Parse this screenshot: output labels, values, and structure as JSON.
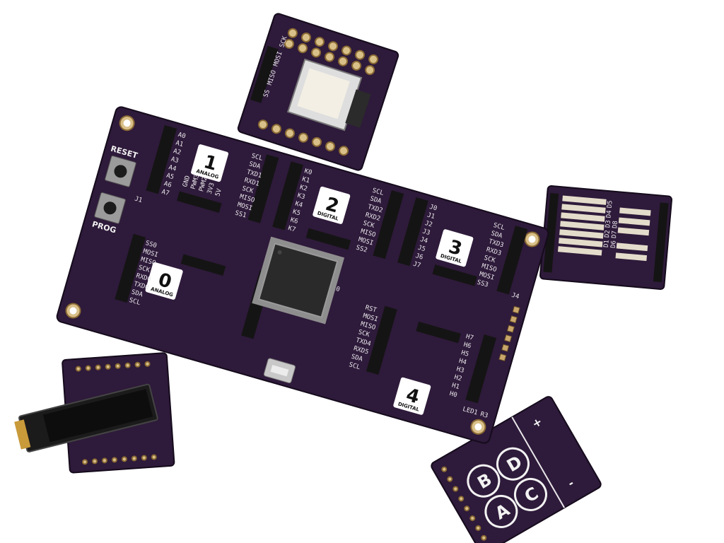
{
  "main_board": {
    "buttons": [
      "RESET",
      "PROG"
    ],
    "port_labels": [
      {
        "number": "0",
        "type": "ANALOG"
      },
      {
        "number": "1",
        "type": "ANALOG"
      },
      {
        "number": "2",
        "type": "DIGITAL"
      },
      {
        "number": "3",
        "type": "DIGITAL"
      },
      {
        "number": "4",
        "type": "DIGITAL"
      }
    ],
    "pins_port0": [
      "SS0",
      "MOSI",
      "MISO",
      "SCK",
      "RXD0",
      "TXD0",
      "SDA",
      "SCL"
    ],
    "pins_port1": [
      "A0",
      "A1",
      "A2",
      "A3",
      "A4",
      "A5",
      "A6",
      "A7"
    ],
    "pins_port2": [
      "K0",
      "K1",
      "K2",
      "K3",
      "K4",
      "K5",
      "K6",
      "K7"
    ],
    "pins_port3": [
      "J0",
      "J1",
      "J2",
      "J3",
      "J4",
      "J5",
      "J6",
      "J7"
    ],
    "pins_port4": [
      "H7",
      "H6",
      "H5",
      "H4",
      "H3",
      "H2",
      "H1",
      "H0"
    ],
    "bus_pins_1": [
      "SCL",
      "SDA",
      "TXD1",
      "RXD1",
      "SCK",
      "MISO",
      "MOSI",
      "SS1"
    ],
    "bus_pins_2": [
      "SCL",
      "SDA",
      "TXD2",
      "RXD2",
      "SCK",
      "MISO",
      "MOSI",
      "SS2"
    ],
    "bus_pins_3": [
      "SCL",
      "SDA",
      "TXD3",
      "RXD3",
      "SCK",
      "MISO",
      "MOSI",
      "SS3"
    ],
    "bus_pins_4": [
      "RST",
      "MOSI",
      "MISO",
      "SCK",
      "TXD4",
      "RXD5",
      "SDA",
      "SCL"
    ],
    "pwm_pins": [
      "GND",
      "PWM3",
      "PWM2",
      "3V3",
      "5V"
    ],
    "misc_labels": [
      "J1",
      "J4",
      "C10",
      "LED1",
      "R3"
    ]
  },
  "sd_module": {
    "labels": [
      "SS",
      "MISO",
      "MOSI",
      "SCK"
    ]
  },
  "led_module": {
    "labels": [
      "D1",
      "D2",
      "D3",
      "D4",
      "D5",
      "D6",
      "D7",
      "D8"
    ]
  },
  "button_module": {
    "buttons": [
      "A",
      "B",
      "C",
      "D"
    ],
    "signs": [
      "+",
      "-"
    ]
  },
  "oled_module": {}
}
